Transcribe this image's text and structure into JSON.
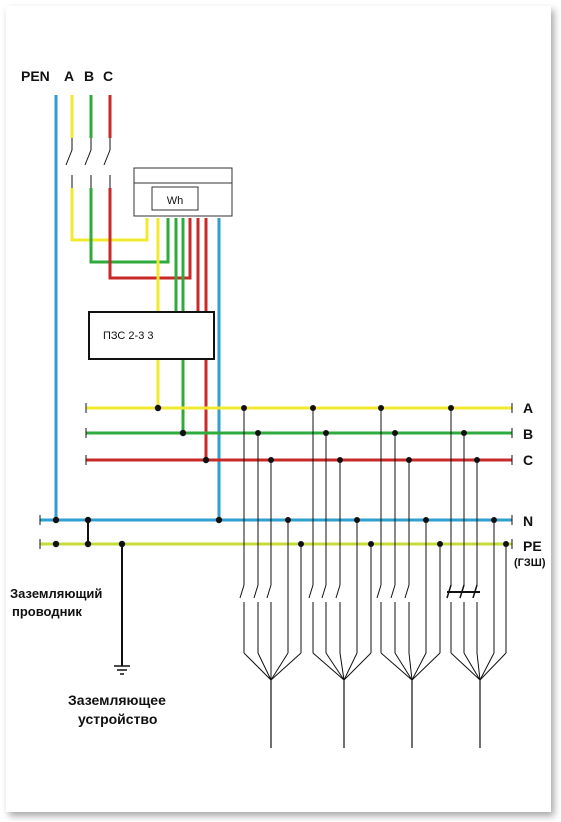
{
  "diagram": {
    "top_labels": {
      "pen": "PEN",
      "a": "A",
      "b": "B",
      "c": "C"
    },
    "meter_label": "Wh",
    "device_label": "ПЗС 2-3 3",
    "bus_labels": {
      "a": "A",
      "b": "B",
      "c": "C",
      "n": "N",
      "pe": "PE",
      "pe_note": "(ГЗШ)"
    },
    "ground_conductor_label": [
      "Заземляющий",
      "проводник"
    ],
    "ground_device_label": [
      "Заземляющее",
      "устройство"
    ],
    "colors": {
      "phase_a": "#f2e830",
      "phase_b": "#2faa3c",
      "phase_c": "#c82a28",
      "neutral": "#2f9fd0",
      "pe": "#c7dc3a",
      "ground": "#111111"
    }
  }
}
